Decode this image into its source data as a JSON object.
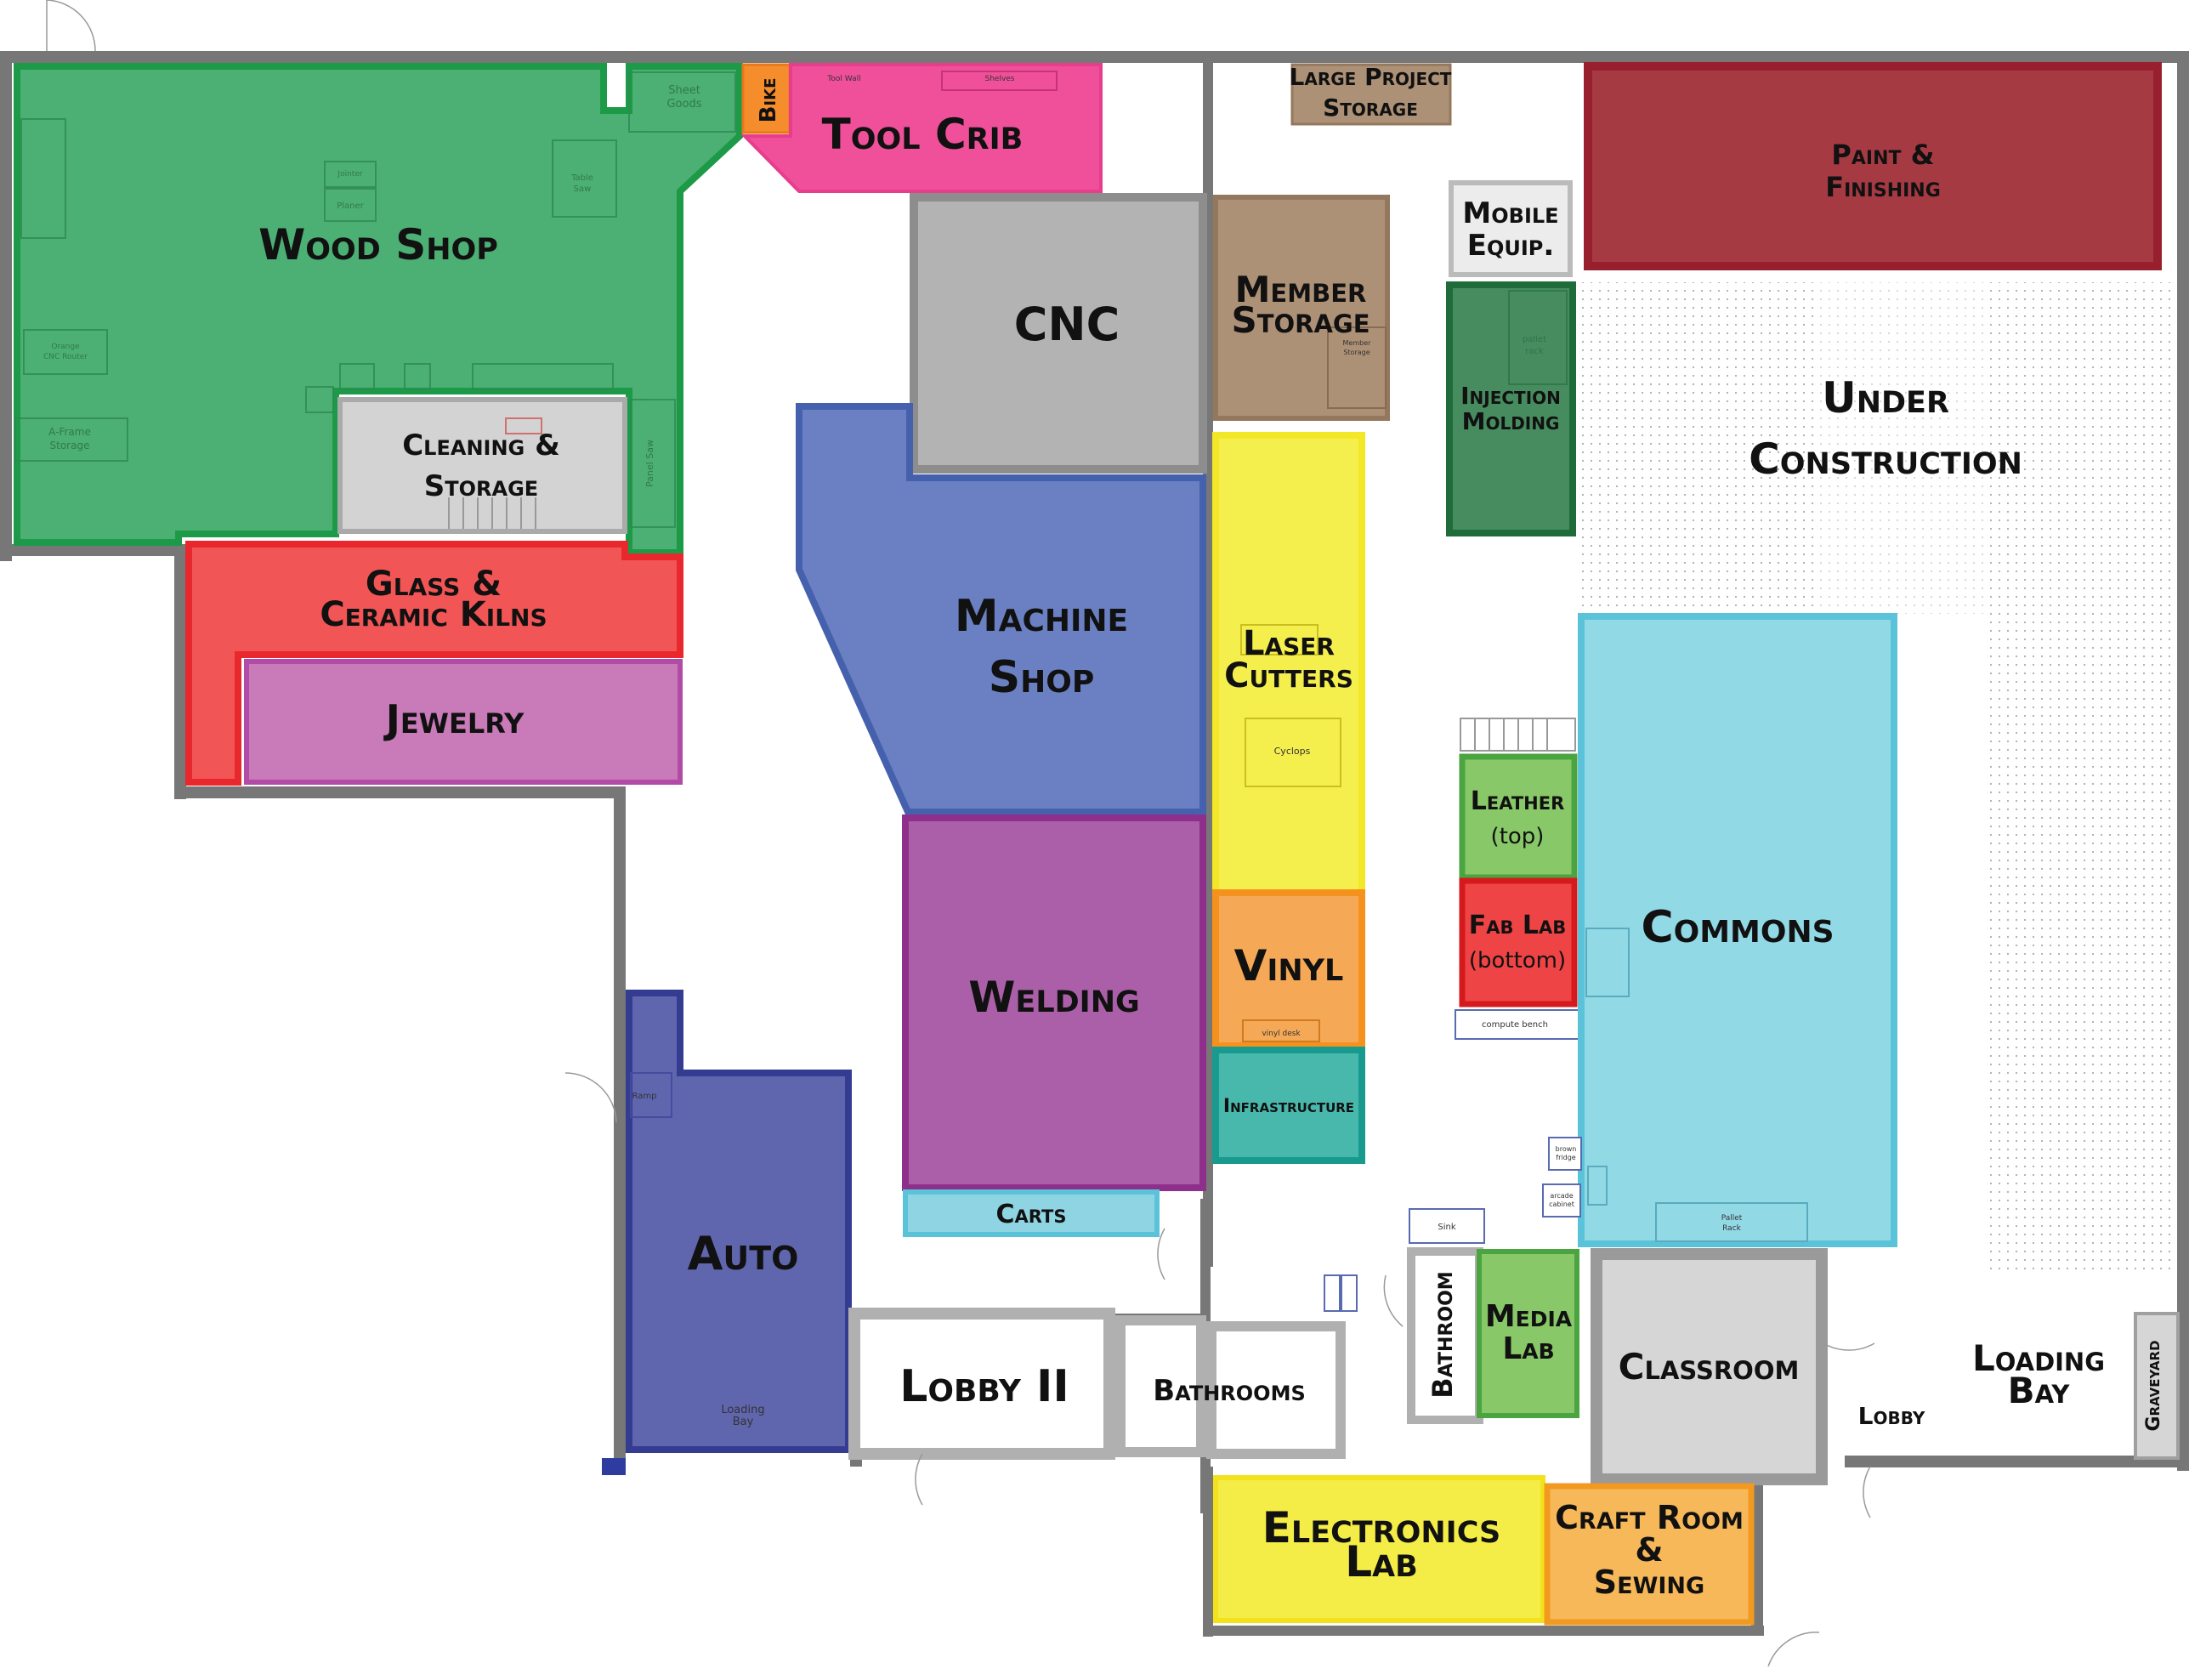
{
  "map": {
    "rooms": {
      "wood_shop": "Wood Shop",
      "bike": "Bike",
      "tool_crib": "Tool Crib",
      "large_project_storage_1": "Large Project",
      "large_project_storage_2": "Storage",
      "paint_finishing_1": "Paint &",
      "paint_finishing_2": "Finishing",
      "cnc": "CNC",
      "member_storage_1": "Member",
      "member_storage_2": "Storage",
      "mobile_equip_1": "Mobile",
      "mobile_equip_2": "Equip.",
      "injection_molding_1": "Injection",
      "injection_molding_2": "Molding",
      "under_construction_1": "Under",
      "under_construction_2": "Construction",
      "cleaning_storage_1": "Cleaning &",
      "cleaning_storage_2": "Storage",
      "glass_kilns_1": "Glass &",
      "glass_kilns_2": "Ceramic Kilns",
      "jewelry": "Jewelry",
      "machine_shop_1": "Machine",
      "machine_shop_2": "Shop",
      "laser_cutters_1": "Laser",
      "laser_cutters_2": "Cutters",
      "leather_1": "Leather",
      "leather_2": "(top)",
      "fab_lab_1": "Fab Lab",
      "fab_lab_2": "(bottom)",
      "commons": "Commons",
      "vinyl": "Vinyl",
      "welding": "Welding",
      "infrastructure": "Infrastructure",
      "carts": "Carts",
      "auto": "Auto",
      "lobby_ii": "Lobby II",
      "bathrooms": "Bathrooms",
      "bathroom": "Bathroom",
      "media_lab_1": "Media",
      "media_lab_2": "Lab",
      "classroom": "Classroom",
      "lobby": "Lobby",
      "loading_bay_1": "Loading",
      "loading_bay_2": "Bay",
      "graveyard": "Graveyard",
      "electronics_lab_1": "Electronics",
      "electronics_lab_2": "Lab",
      "craft_room_1": "Craft Room",
      "craft_room_2": "&",
      "craft_room_3": "Sewing"
    },
    "fixtures": {
      "sheet_goods_1": "Sheet",
      "sheet_goods_2": "Goods",
      "tool_wall": "Tool Wall",
      "shelves": "Shelves",
      "jointer": "Jointer",
      "planer": "Planer",
      "table_saw_1": "Table",
      "table_saw_2": "Saw",
      "orange_cnc_1": "Orange",
      "orange_cnc_2": "CNC Router",
      "aframe_1": "A-Frame",
      "aframe_2": "Storage",
      "panel_saw": "Panel Saw",
      "member_storage_small_1": "Member",
      "member_storage_small_2": "Storage",
      "pallet_rack_1": "pallet",
      "pallet_rack_2": "rack",
      "cyclops": "Cyclops",
      "vinyl_desk": "vinyl desk",
      "compute_bench": "compute bench",
      "brown_fridge_1": "brown",
      "brown_fridge_2": "fridge",
      "arcade_cabinet_1": "arcade",
      "arcade_cabinet_2": "cabinet",
      "sink": "Sink",
      "pallet_rack_commons_1": "Pallet",
      "pallet_rack_commons_2": "Rack",
      "loading_bay_auto_1": "Loading",
      "loading_bay_auto_2": "Bay",
      "ramp": "Ramp"
    },
    "colors": {
      "wood_shop": "#4caf73",
      "tool_crib": "#f0509a",
      "bike": "#f58d2c",
      "paint": "#a63a42",
      "cnc": "#b3b3b3",
      "member_storage": "#ad9176",
      "injection": "#478c5f",
      "glass": "#f25555",
      "jewelry": "#c97ab8",
      "machine": "#6a80c2",
      "laser": "#f5ef4e",
      "vinyl": "#f5a855",
      "infrastructure": "#48b8ad",
      "welding": "#ab5fa8",
      "carts": "#8fd4e2",
      "auto": "#5f66ae",
      "leather": "#88c868",
      "fab_lab": "#ef4445",
      "commons": "#92d9e6",
      "media": "#88c868",
      "classroom": "#d6d6d6",
      "electronics": "#f5ed47",
      "craft": "#f7b85a"
    }
  }
}
